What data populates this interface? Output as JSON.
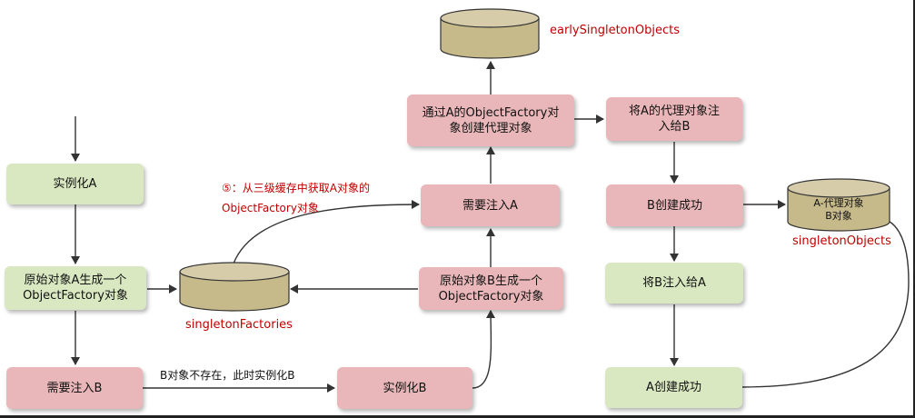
{
  "nodes": {
    "instantiate_a": "实例化A",
    "raw_a_factory": "原始对象A生成一个\nObjectFactory对象",
    "need_inject_b": "需要注入B",
    "instantiate_b": "实例化B",
    "raw_b_factory": "原始对象B生成一个\nObjectFactory对象",
    "need_inject_a": "需要注入A",
    "create_proxy": "通过A的ObjectFactory对\n象创建代理对象",
    "inject_proxy": "将A的代理对象注\n入给B",
    "b_created": "B创建成功",
    "inject_b_to_a": "将B注入给A",
    "a_created": "A创建成功"
  },
  "caches": {
    "early": "earlySingletonObjects",
    "factories": "singletonFactories",
    "singletons": "singletonObjects",
    "singletons_content": "A-代理对象\nB对象"
  },
  "edge_labels": {
    "b_not_exist": "B对象不存在，此时实例化B",
    "step5": "⑤：从三级缓存中获取A对象的\nObjectFactory对象"
  },
  "colors": {
    "green_box": "#d9e8c1",
    "pink_box": "#e9b7b9",
    "cylinder": "#c6b98a",
    "red_text": "#c00000"
  }
}
